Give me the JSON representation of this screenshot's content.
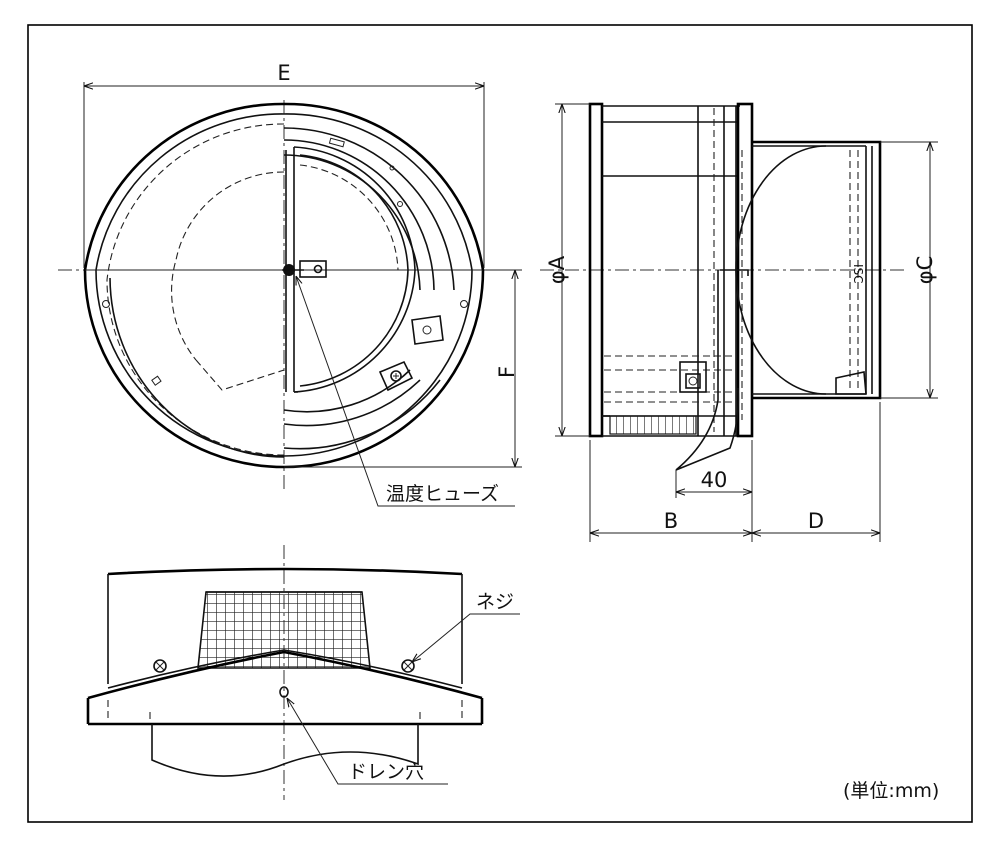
{
  "labels": {
    "dim_e": "E",
    "dim_f": "F",
    "dim_phi_a": "φA",
    "dim_phi_c": "φC",
    "dim_b": "B",
    "dim_d": "D",
    "dim_40": "40",
    "callout_fuse": "温度ヒューズ",
    "callout_screw": "ネジ",
    "callout_drain": "ドレン穴",
    "unit_note": "(単位:mm)"
  }
}
